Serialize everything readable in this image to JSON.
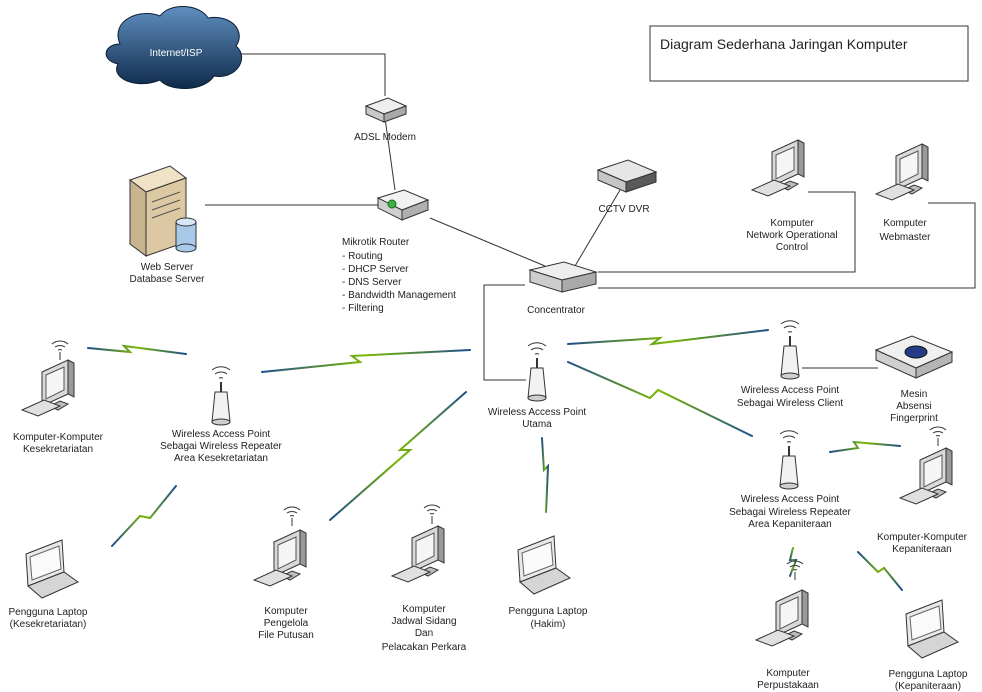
{
  "title": "Diagram Sederhana Jaringan Komputer",
  "nodes": {
    "internet": [
      "Internet/ISP"
    ],
    "modem": [
      "ADSL Modem"
    ],
    "webserver": [
      "Web Server",
      "Database Server"
    ],
    "router": [
      "Mikrotik Router",
      "- Routing",
      "- DHCP Server",
      "- DNS Server",
      "- Bandwidth Management",
      "- Filtering"
    ],
    "cctv": [
      "CCTV DVR"
    ],
    "noc": [
      "Komputer",
      "Network Operational",
      "Control"
    ],
    "webmaster": [
      "Komputer",
      "Webmaster"
    ],
    "concentrator": [
      "Concentrator"
    ],
    "ap_main": [
      "Wireless Access Point",
      "Utama"
    ],
    "ap_client": [
      "Wireless Access Point",
      "Sebagai Wireless Client"
    ],
    "fingerprint": [
      "Mesin",
      "Absensi",
      "Fingerprint"
    ],
    "ap_kesek": [
      "Wireless Access Point",
      "Sebagai Wireless Repeater",
      "Area Kesekretariatan"
    ],
    "pc_kesek": [
      "Komputer-Komputer",
      "Kesekretariatan"
    ],
    "laptop_kesek": [
      "Pengguna Laptop",
      "(Kesekretariatan)"
    ],
    "pc_file": [
      "Komputer",
      "Pengelola",
      "File Putusan"
    ],
    "pc_jadwal": [
      "Komputer",
      "Jadwal Sidang",
      "Dan",
      "Pelacakan Perkara"
    ],
    "laptop_hakim": [
      "Pengguna Laptop",
      "(Hakim)"
    ],
    "ap_kepan": [
      "Wireless Access Point",
      "Sebagai Wireless Repeater",
      "Area Kepaniteraan"
    ],
    "pc_kepan": [
      "Komputer-Komputer",
      "Kepaniteraan"
    ],
    "pc_perpus": [
      "Komputer",
      "Perpustakaan"
    ],
    "laptop_kepan": [
      "Pengguna Laptop",
      "(Kepaniteraan)"
    ]
  },
  "colors": {
    "wireless_link": "#7ab800",
    "wireless_link_dark": "#1f4e8c",
    "cloud": "#1c3f66",
    "router_accent": "#3cb043"
  }
}
